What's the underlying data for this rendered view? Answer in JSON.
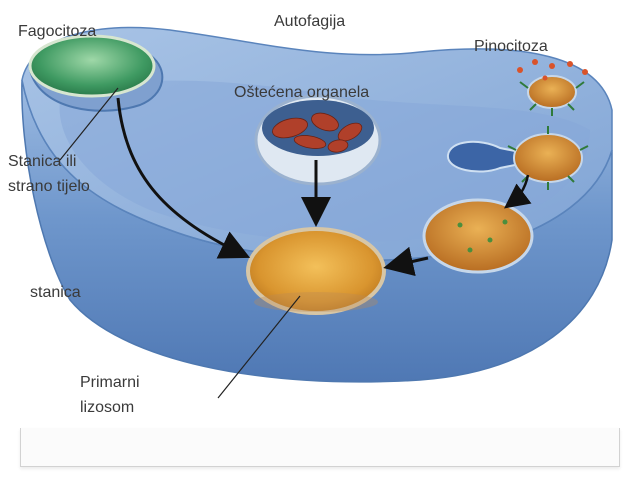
{
  "labels": {
    "fagocitoza": "Fagocitoza",
    "autofagija": "Autofagija",
    "pinocitoza": "Pinocitoza",
    "ostecena_organela": "Oštećena organela",
    "stanica_ili_line1": "Stanica ili",
    "stanica_ili_line2": "strano tijelo",
    "stanica": "stanica",
    "primarni_line1": "Primarni",
    "primarni_line2": "lizosom"
  },
  "colors": {
    "cell_body": "#6f97cc",
    "cell_top": "#8fb0da",
    "cell_edge": "#4e78b0",
    "lysosome_fill": "#e0a640",
    "lysosome_rim": "#c9b79a",
    "phagosome_fill": "#4fa36a",
    "organelle_red": "#b0402a",
    "arrow": "#111111"
  }
}
